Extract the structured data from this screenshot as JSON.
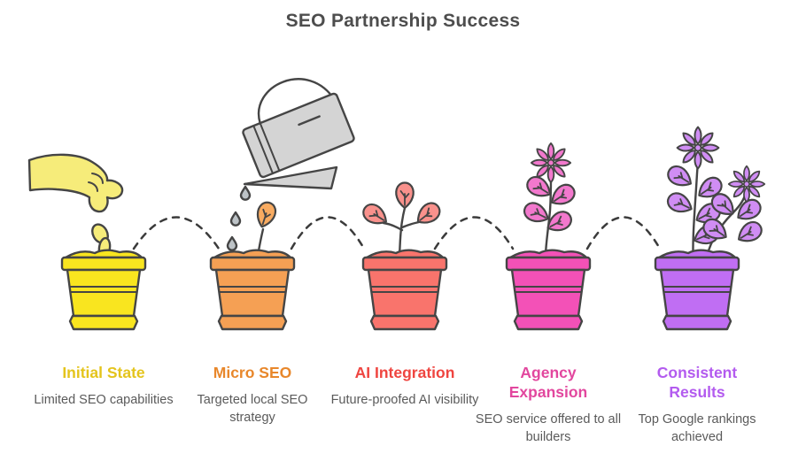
{
  "title": "SEO Partnership Success",
  "colors": {
    "title_text": "#4d4d4d",
    "description_text": "#5a5a5a",
    "outline": "#454545",
    "connector_dash": "#3b3b3b",
    "hand": "#f6ec7a",
    "watering_can": "#d4d4d4",
    "water_drop": "#bdc3c7"
  },
  "stages": [
    {
      "label": "Initial State",
      "description": "Limited SEO capabilities",
      "color": "#e4c41c",
      "pot_color": "#f9e51f",
      "leaf_color": "#f9e51f",
      "icon": "hand-planting-seed-icon"
    },
    {
      "label": "Micro SEO",
      "description": "Targeted local SEO strategy",
      "color": "#e8872b",
      "pot_color": "#f5a054",
      "leaf_color": "#f8ab61",
      "icon": "watering-can-sprout-icon"
    },
    {
      "label": "AI Integration",
      "description": "Future-proofed AI visibility",
      "color": "#ef4540",
      "pot_color": "#f9746c",
      "leaf_color": "#f9918c",
      "icon": "young-plant-icon"
    },
    {
      "label": "Agency Expansion",
      "description": "SEO service offered to all builders",
      "color": "#e2479e",
      "pot_color": "#f351b7",
      "leaf_color": "#f278cd",
      "icon": "flowering-plant-icon"
    },
    {
      "label": "Consistent Results",
      "description": "Top Google rankings achieved",
      "color": "#b35bef",
      "pot_color": "#c06ef3",
      "leaf_color": "#d08df4",
      "icon": "blooming-plant-icon"
    }
  ]
}
